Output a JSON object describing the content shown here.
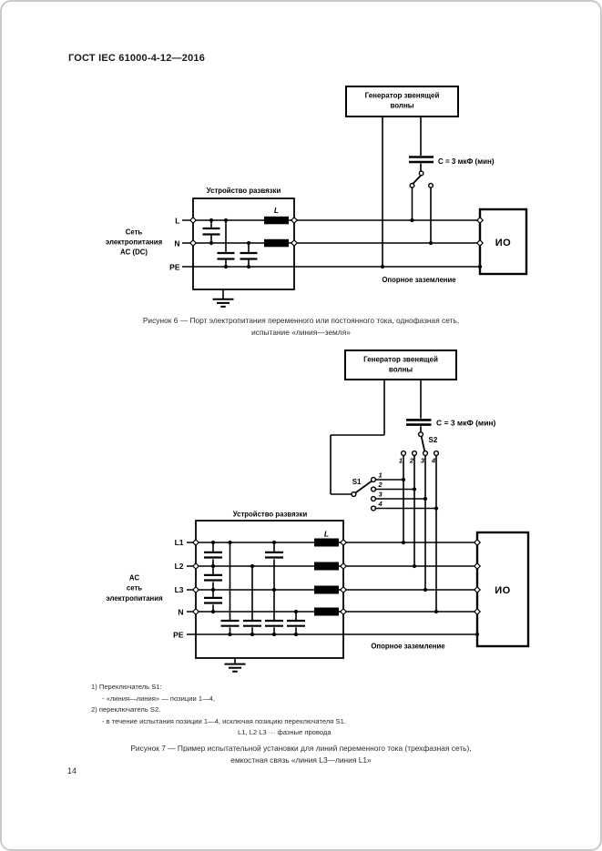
{
  "page": {
    "header": "ГОСТ IEC 61000-4-12—2016",
    "number": "14"
  },
  "figure6": {
    "generator_line1": "Генератор звенящей",
    "generator_line2": "волны",
    "capacitor": "C = 3 мкФ (мин)",
    "decoupling_title": "Устройство развязки",
    "inductor": "L",
    "supply": [
      "Сеть",
      "электропитания",
      "AC (DC)"
    ],
    "lines": [
      "L",
      "N",
      "PE"
    ],
    "eut": "ИО",
    "ground_ref": "Опорное заземление",
    "caption1": "Рисунок 6 — Порт электропитания переменного или постоянного тока, однофазная сеть,",
    "caption2": "испытание «линия—земля»"
  },
  "figure7": {
    "generator_line1": "Генератор звенящей",
    "generator_line2": "волны",
    "capacitor": "C = 3 мкФ (мин)",
    "s1": "S1",
    "s2": "S2",
    "s1_positions": [
      "1",
      "2",
      "3",
      "4"
    ],
    "s2_positions": [
      "1",
      "2",
      "3",
      "4"
    ],
    "decoupling_title": "Устройство развязки",
    "inductor": "L",
    "supply": [
      "AC",
      "сеть",
      "электропитания"
    ],
    "lines": [
      "L1",
      "L2",
      "L3",
      "N",
      "PE"
    ],
    "eut": "ИО",
    "ground_ref": "Опорное заземление",
    "caption1": "Рисунок 7 — Пример испытательной установки для линий переменного тока (трехфазная сеть),",
    "caption2": "емкостная связь «линия L3—линия L1»"
  },
  "notes": {
    "item1": "1)  Переключатель S1:",
    "item1a": "-  «линия—линия» — позиции 1—4,",
    "item2": "2)  переключатель S2.",
    "item2a": "-  в течение испытания позиции 1—4, исключая позицию переключателя S1.",
    "legend": "L1, L2  L3 ··· фазные провода"
  }
}
